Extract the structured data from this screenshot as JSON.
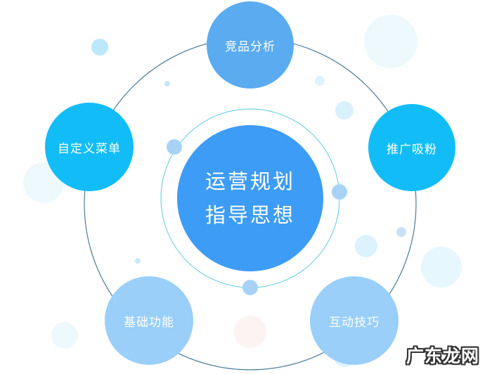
{
  "diagram": {
    "type": "radial-hub",
    "center": {
      "line1": "运营规划",
      "line2": "指导思想",
      "color": "#3d9cf5"
    },
    "nodes": [
      {
        "id": "top",
        "label": "竞品分析",
        "color": "#5aabf0"
      },
      {
        "id": "right",
        "label": "推广吸粉",
        "color": "#12bdf7"
      },
      {
        "id": "bottom-right",
        "label": "互动技巧",
        "color": "#99cff9"
      },
      {
        "id": "bottom-left",
        "label": "基础功能",
        "color": "#99cff9"
      },
      {
        "id": "left",
        "label": "自定义菜单",
        "color": "#12bdf7"
      }
    ],
    "rings": {
      "outer_color": "#4a7a96",
      "inner_color": "#5ac8e0"
    }
  },
  "watermark": {
    "text": "广东龙网"
  }
}
